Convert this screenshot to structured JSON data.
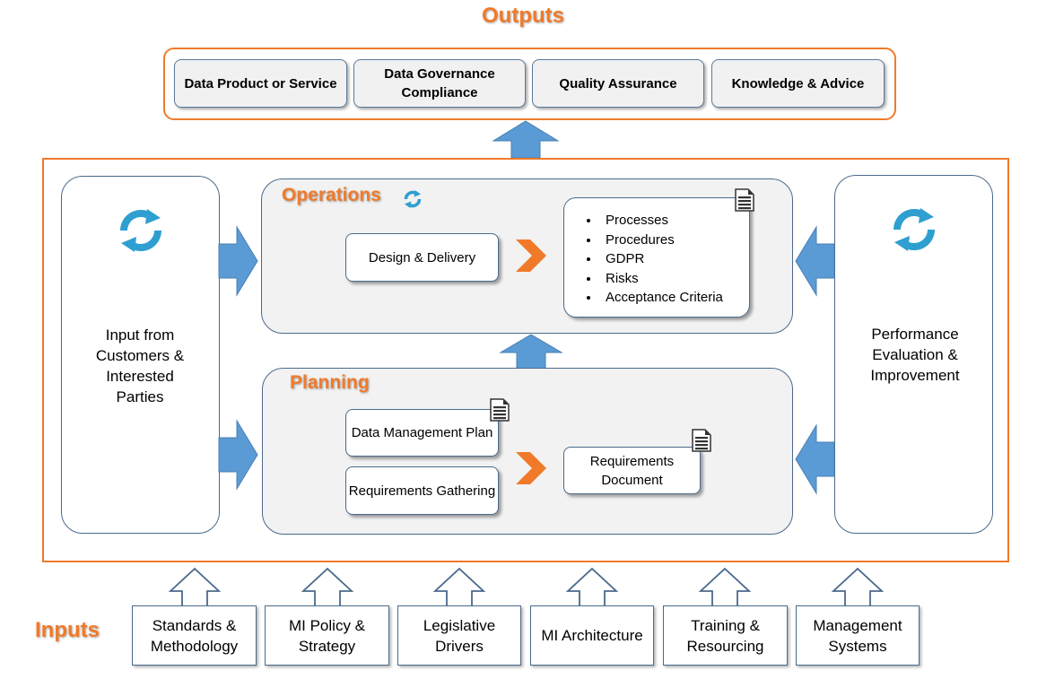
{
  "outputs": {
    "title": "Outputs",
    "items": [
      "Data Product or Service",
      "Data Governance Compliance",
      "Quality Assurance",
      "Knowledge & Advice"
    ]
  },
  "left_panel": {
    "label": "Input from Customers & Interested Parties"
  },
  "right_panel": {
    "label": "Performance Evaluation & Improvement"
  },
  "operations": {
    "title": "Operations",
    "step": "Design & Delivery",
    "documents": [
      "Processes",
      "Procedures",
      "GDPR",
      "Risks",
      "Acceptance Criteria"
    ]
  },
  "planning": {
    "title": "Planning",
    "steps": [
      "Data Management Plan",
      "Requirements Gathering"
    ],
    "result": "Requirements Document"
  },
  "inputs": {
    "title": "Inputs",
    "items": [
      "Standards & Methodology",
      "MI Policy & Strategy",
      "Legislative Drivers",
      "MI Architecture",
      "Training & Resourcing",
      "Management Systems"
    ]
  },
  "colors": {
    "accent": "#f07a2a",
    "arrow_blue": "#5b9bd5",
    "cycle_icon": "#2e9fd0",
    "border": "#4a6a8c"
  },
  "icons": [
    "cycle-icon",
    "document-icon",
    "chevron-right-icon",
    "arrow-up-icon",
    "arrow-right-icon",
    "arrow-left-icon",
    "outlined-arrow-up-icon"
  ]
}
